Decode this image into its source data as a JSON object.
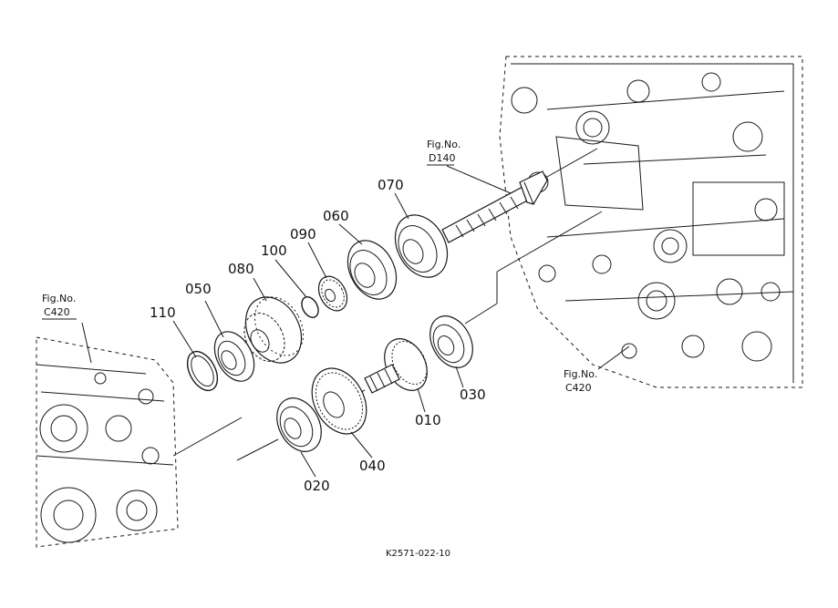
{
  "parts": [
    {
      "id": "p110",
      "label": "110"
    },
    {
      "id": "p050",
      "label": "050"
    },
    {
      "id": "p080",
      "label": "080"
    },
    {
      "id": "p100",
      "label": "100"
    },
    {
      "id": "p090",
      "label": "090"
    },
    {
      "id": "p060",
      "label": "060"
    },
    {
      "id": "p070",
      "label": "070"
    },
    {
      "id": "p030",
      "label": "030"
    },
    {
      "id": "p010",
      "label": "010"
    },
    {
      "id": "p040",
      "label": "040"
    },
    {
      "id": "p020",
      "label": "020"
    }
  ],
  "refs": {
    "top": {
      "line1": "Fig.No.",
      "line2": "D140"
    },
    "left": {
      "line1": "Fig.No.",
      "line2": "C420"
    },
    "right": {
      "line1": "Fig.No.",
      "line2": "C420"
    }
  },
  "footer_code": "K2571-022-10"
}
